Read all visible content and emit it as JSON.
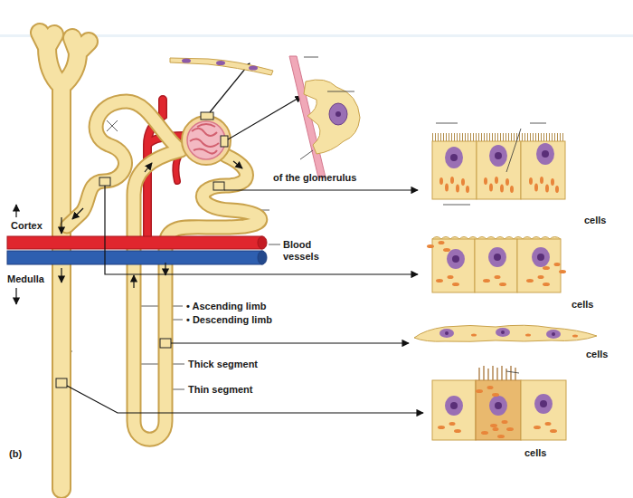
{
  "diagram": {
    "labels": [
      "of the glomerulus",
      "cells",
      "Cortex",
      "Blood vessels",
      "Medulla",
      "cells",
      "• Ascending limb",
      "• Descending limb",
      "cells",
      "Thick segment",
      "Thin segment",
      "(b)",
      "cells"
    ]
  }
}
